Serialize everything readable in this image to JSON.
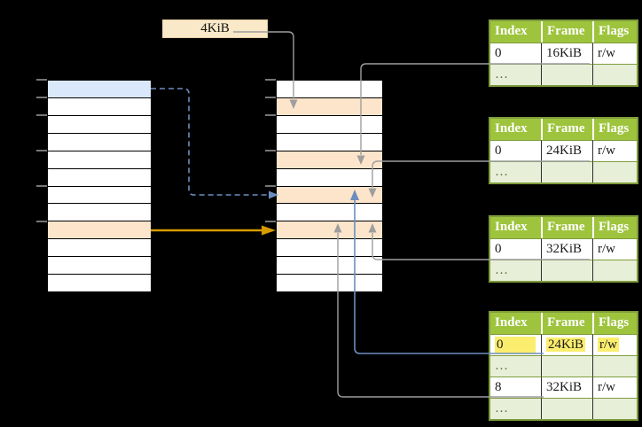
{
  "colors": {
    "background": "#000000",
    "header_green": "#9EC43D",
    "row_light_green": "#E8EFD8",
    "table_border_green": "#7E9C3D",
    "row_blue": "#DAE8FC",
    "row_orange": "#FDE5CB",
    "row_white": "#FFFFFF",
    "label_cream": "#FAE9C8",
    "highlight_yellow": "#FBEE6E",
    "connector_gray": "#9E9E9E",
    "connector_blue": "#6C8EBF",
    "connector_orange": "#D79B00",
    "ellipsis_text": "#5E6B3C",
    "cell_text": "#1A1A1A",
    "header_text": "#FFFFFF"
  },
  "size_label": "4KiB",
  "memory_columns": {
    "left": {
      "rows": [
        "blue",
        "white",
        "white",
        "white",
        "white",
        "white",
        "white",
        "white",
        "orange",
        "white",
        "white",
        "white"
      ],
      "tick_rows": [
        0,
        1,
        2,
        4,
        6,
        8
      ]
    },
    "middle": {
      "rows": [
        "white",
        "orange",
        "white",
        "white",
        "orange",
        "white",
        "orange",
        "white",
        "orange",
        "white",
        "white",
        "white"
      ],
      "tick_rows": [
        0,
        1,
        2,
        4,
        6,
        8
      ]
    }
  },
  "page_tables": {
    "columns": [
      "Index",
      "Frame",
      "Flags"
    ],
    "tables": [
      {
        "rows": [
          {
            "cells": [
              "0",
              "16KiB",
              "r/w"
            ],
            "shaded": false,
            "highlighted": false
          },
          {
            "cells": [
              "…",
              "",
              ""
            ],
            "shaded": true,
            "highlighted": false
          }
        ]
      },
      {
        "rows": [
          {
            "cells": [
              "0",
              "24KiB",
              "r/w"
            ],
            "shaded": false,
            "highlighted": false
          },
          {
            "cells": [
              "…",
              "",
              ""
            ],
            "shaded": true,
            "highlighted": false
          }
        ]
      },
      {
        "rows": [
          {
            "cells": [
              "0",
              "32KiB",
              "r/w"
            ],
            "shaded": false,
            "highlighted": false
          },
          {
            "cells": [
              "…",
              "",
              ""
            ],
            "shaded": true,
            "highlighted": false
          }
        ]
      },
      {
        "rows": [
          {
            "cells": [
              "0",
              "24KiB",
              "r/w"
            ],
            "shaded": false,
            "highlighted": true
          },
          {
            "cells": [
              "…",
              "",
              ""
            ],
            "shaded": true,
            "highlighted": false
          },
          {
            "cells": [
              "8",
              "32KiB",
              "r/w"
            ],
            "shaded": false,
            "highlighted": false
          },
          {
            "cells": [
              "…",
              "",
              ""
            ],
            "shaded": true,
            "highlighted": false
          }
        ]
      }
    ]
  }
}
